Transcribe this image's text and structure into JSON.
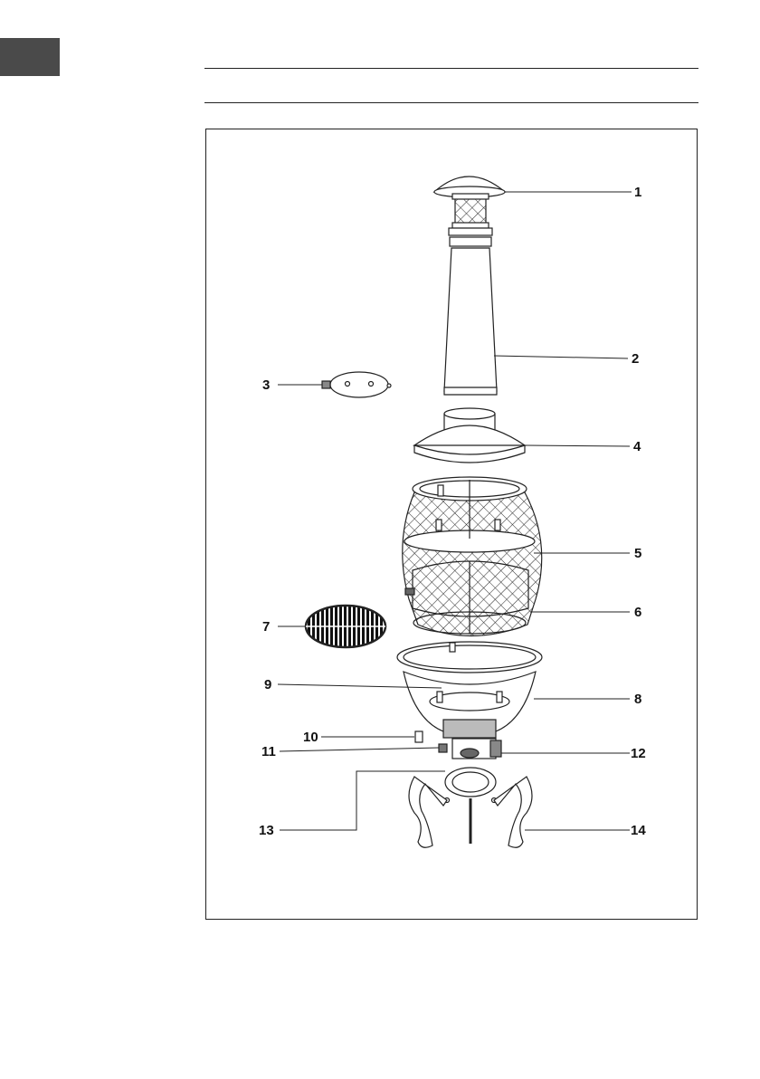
{
  "header": {
    "language_tab": ""
  },
  "figure": {
    "type": "exploded-assembly-diagram",
    "callouts": [
      {
        "number": "1"
      },
      {
        "number": "2"
      },
      {
        "number": "3"
      },
      {
        "number": "4"
      },
      {
        "number": "5"
      },
      {
        "number": "6"
      },
      {
        "number": "7"
      },
      {
        "number": "8"
      },
      {
        "number": "9"
      },
      {
        "number": "10"
      },
      {
        "number": "11"
      },
      {
        "number": "12"
      },
      {
        "number": "13"
      },
      {
        "number": "14"
      }
    ]
  }
}
